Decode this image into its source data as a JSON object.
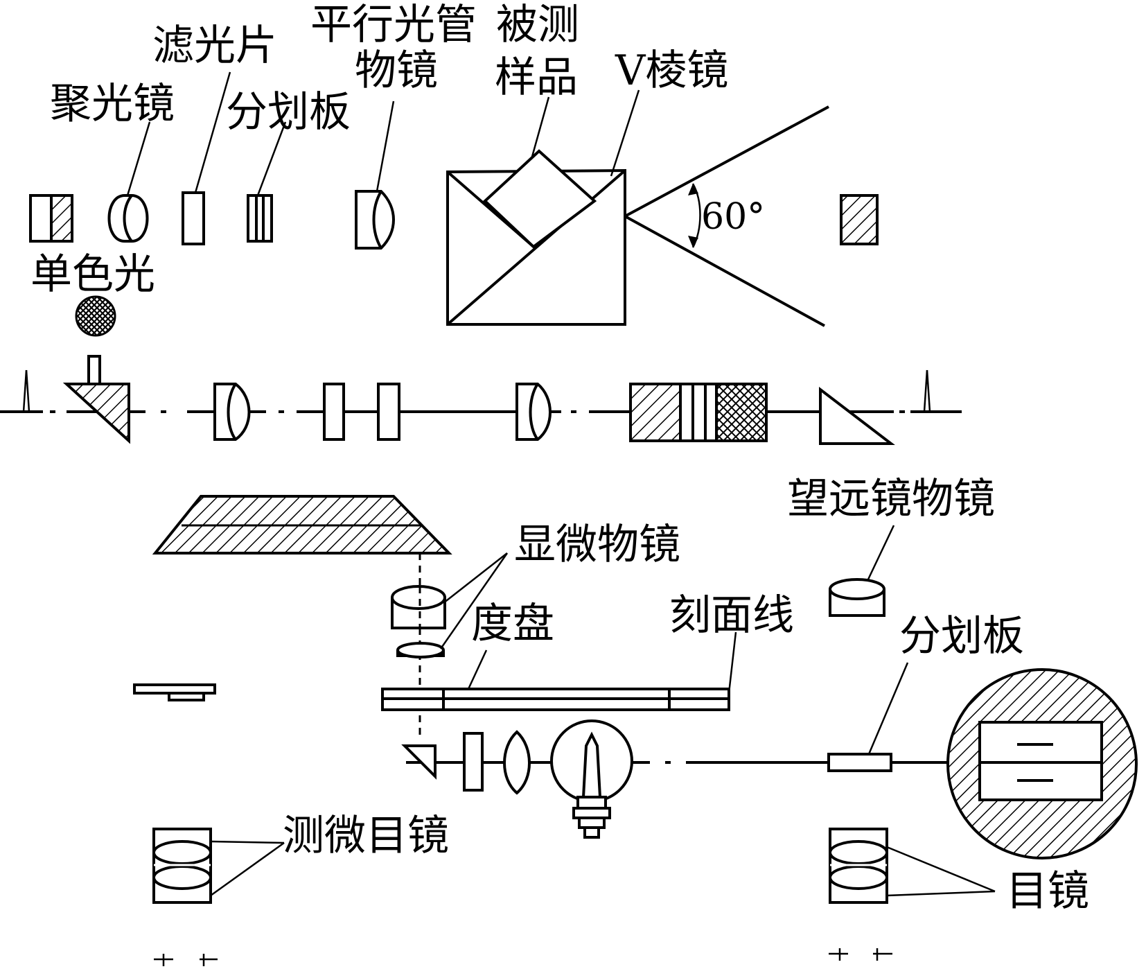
{
  "labels": {
    "condenser": "聚光镜",
    "filter": "滤光片",
    "reticle_top": "分划板",
    "collimator": "平行光管",
    "collimator_obj": "物镜",
    "sample_1": "被测",
    "sample_2": "样品",
    "v_prism": "V棱镜",
    "mono_light": "单色光",
    "angle": "60°",
    "telescope_obj": "望远镜物镜",
    "micro_obj": "显微物镜",
    "dial": "度盘",
    "scale_line": "刻面线",
    "reticle_bottom": "分划板",
    "micrometer_eyepiece": "测微目镜",
    "eyepiece": "目镜"
  }
}
